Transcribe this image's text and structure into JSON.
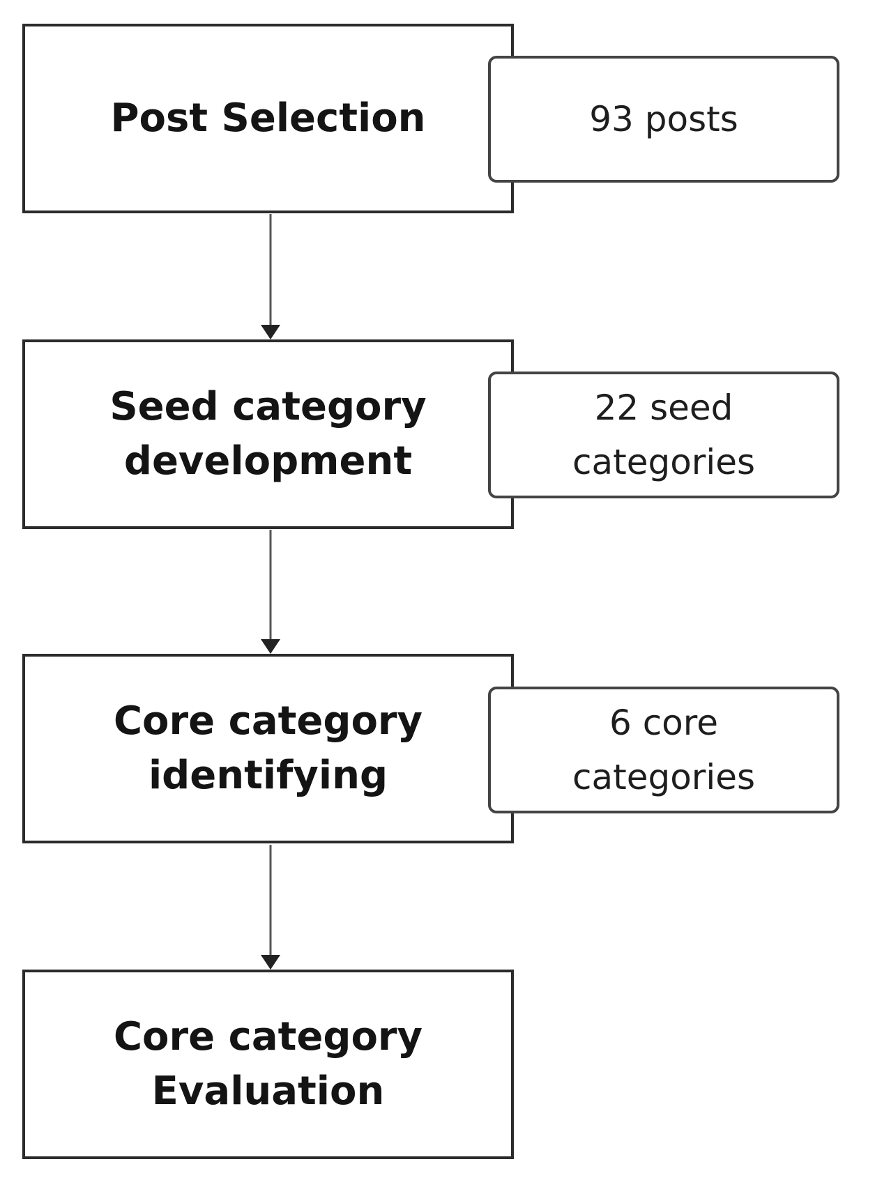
{
  "stages": [
    {
      "lines": [
        "Post Selection"
      ]
    },
    {
      "lines": [
        "Seed category",
        "development"
      ]
    },
    {
      "lines": [
        "Core category",
        "identifying"
      ]
    },
    {
      "lines": [
        "Core category",
        "Evaluation"
      ]
    }
  ],
  "results": [
    {
      "lines": [
        "93 posts"
      ]
    },
    {
      "lines": [
        "22 seed",
        "categories"
      ]
    },
    {
      "lines": [
        "6 core",
        "categories"
      ]
    }
  ],
  "colors": {
    "stage_border": "#2b2b2b",
    "result_border": "#444444",
    "arrow": "#333333"
  }
}
